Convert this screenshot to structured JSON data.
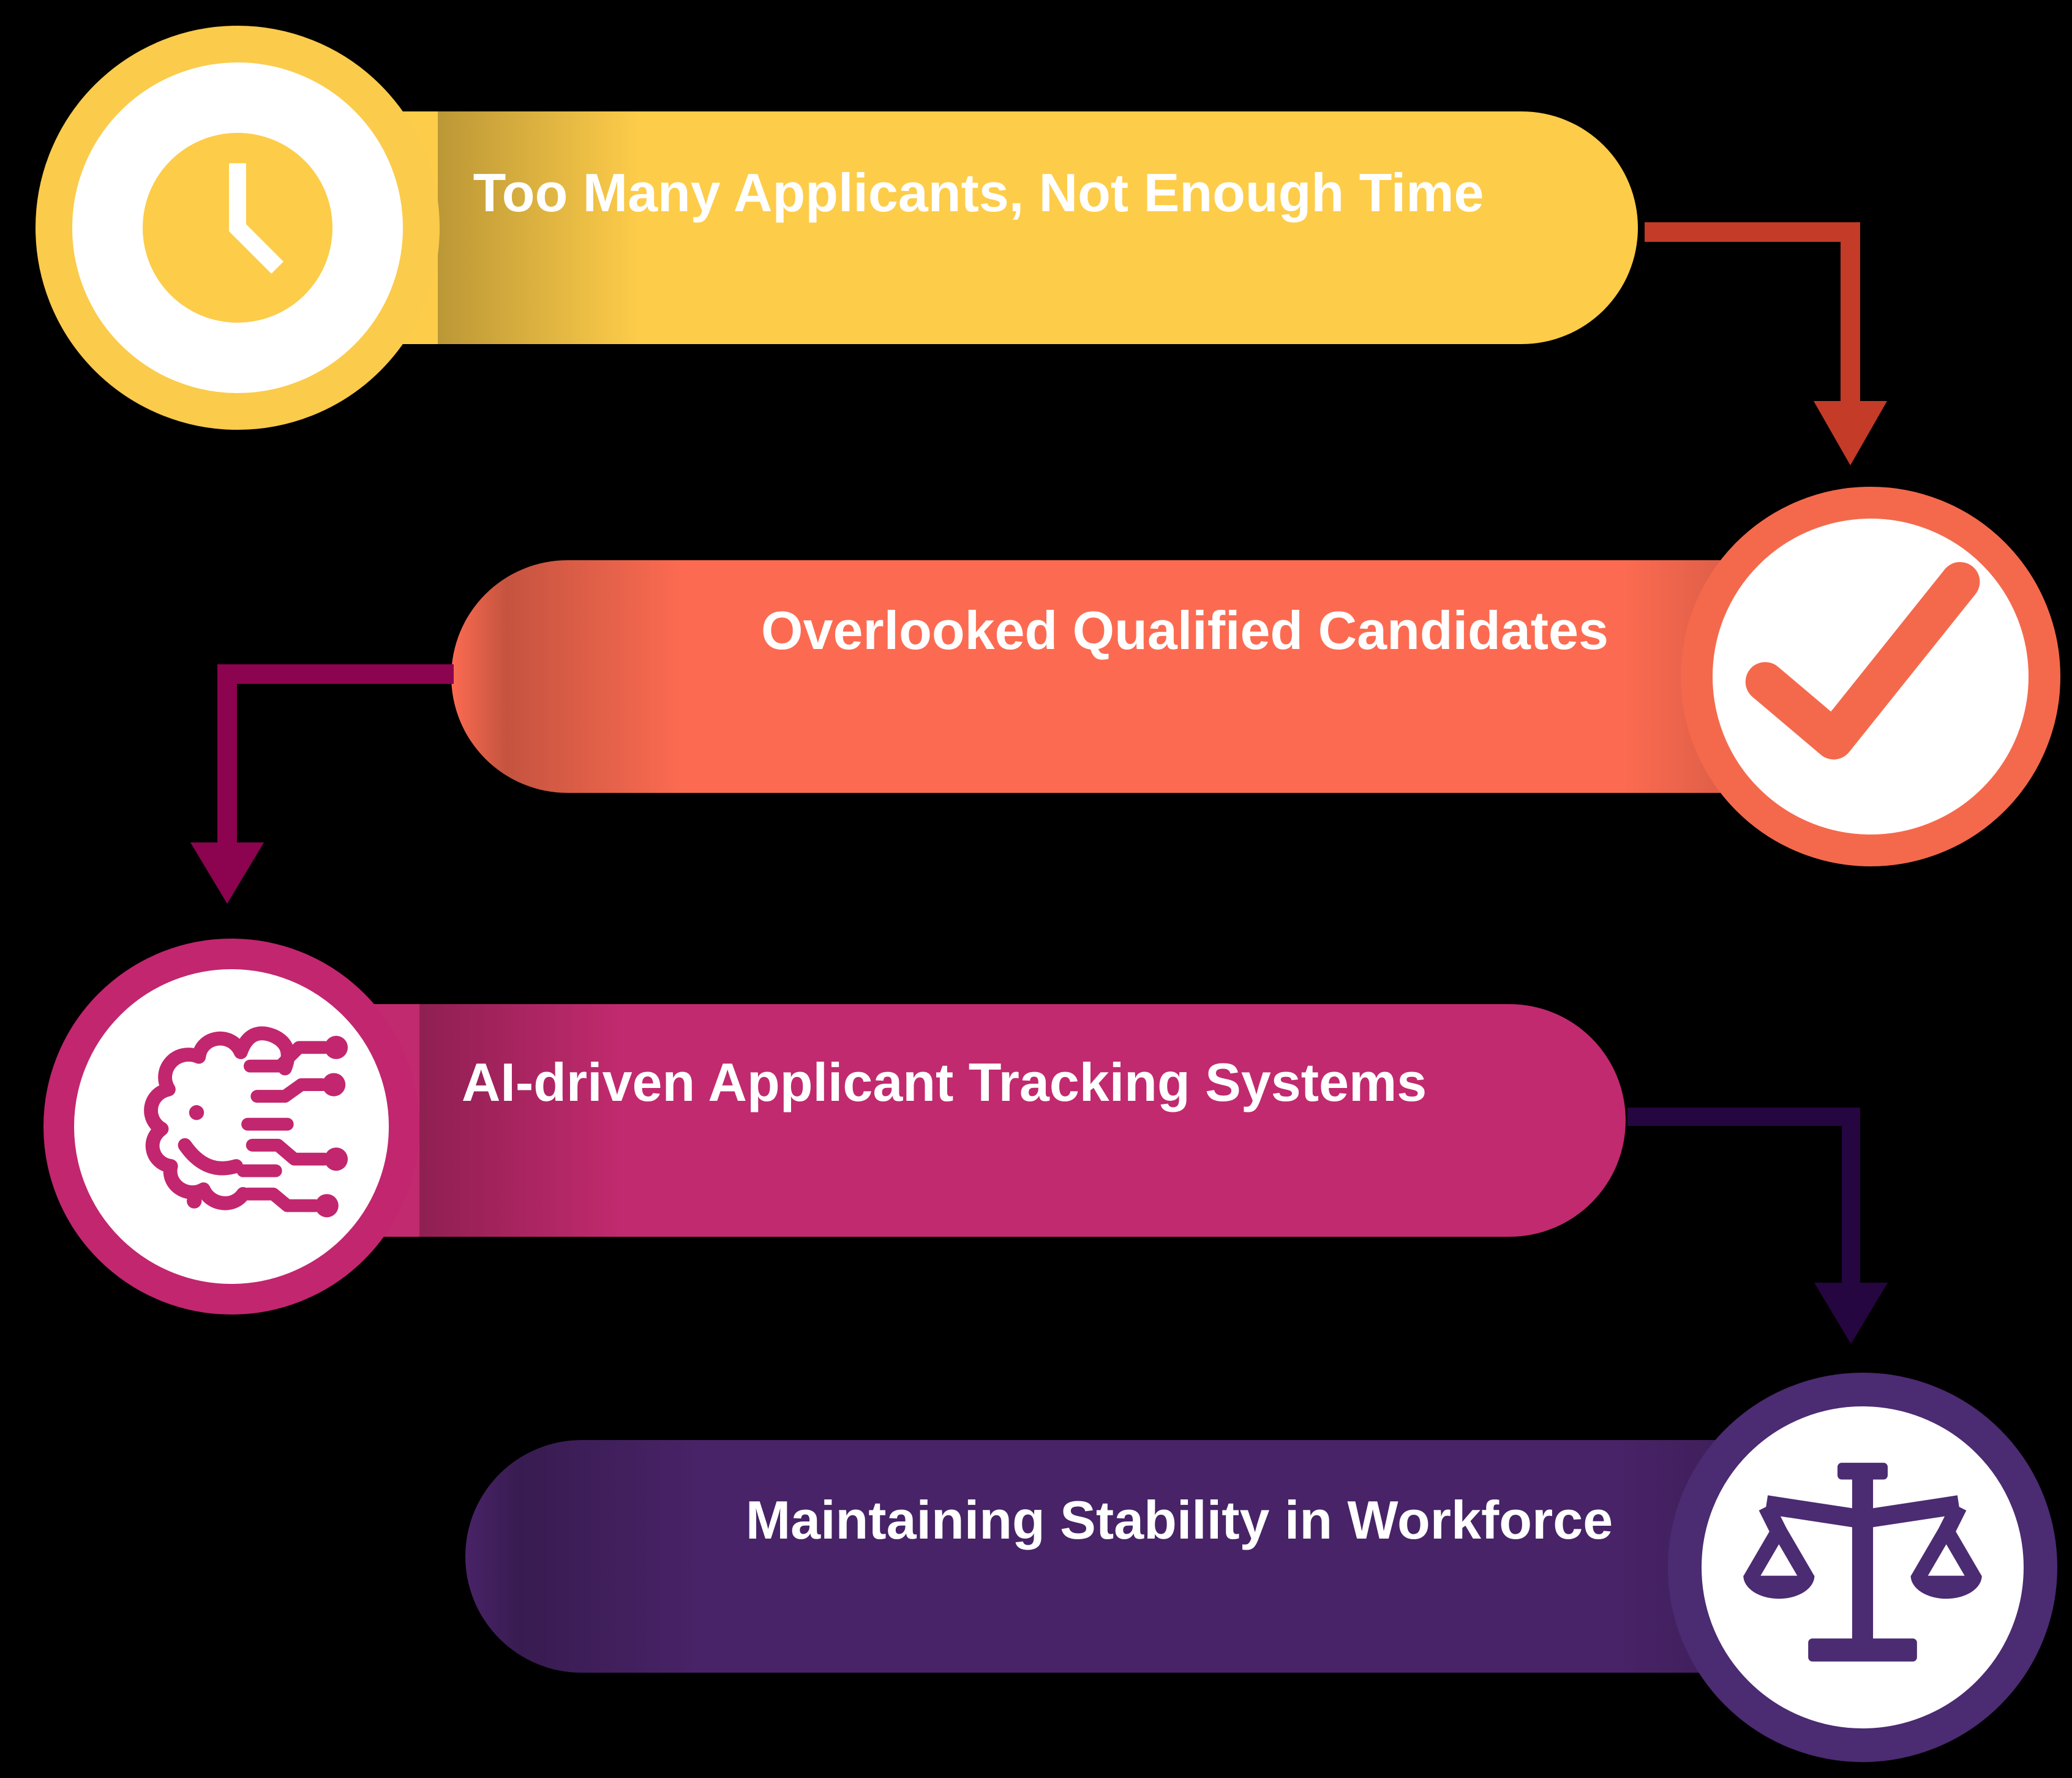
{
  "background_color": "#000000",
  "steps": [
    {
      "label": "Too Many Applicants, Not Enough Time",
      "icon": "clock-icon",
      "banner_color": "#FDCC49",
      "ring_color": "#FBCB4B",
      "circle_side": "left"
    },
    {
      "label": "Overlooked Qualified Candidates",
      "icon": "checkmark-icon",
      "banner_color": "#FC6B51",
      "ring_color": "#F4694C",
      "circle_side": "right"
    },
    {
      "label": "AI-driven Applicant Tracking Systems",
      "icon": "ai-brain-circuit-icon",
      "banner_color": "#C12A6E",
      "ring_color": "#C2266E",
      "circle_side": "left"
    },
    {
      "label": "Maintaining Stability in Workforce",
      "icon": "scales-of-justice-icon",
      "banner_color": "#482367",
      "ring_color": "#4B2B71",
      "circle_side": "right"
    }
  ],
  "connectors": [
    {
      "from_step": 1,
      "to_step": 2,
      "color": "#C43B28",
      "shape": "elbow-down-arrow"
    },
    {
      "from_step": 2,
      "to_step": 3,
      "color": "#8C0350",
      "shape": "elbow-down-arrow"
    },
    {
      "from_step": 3,
      "to_step": 4,
      "color": "#250640",
      "shape": "elbow-down-arrow"
    }
  ],
  "text_color": "#FFFFFF"
}
